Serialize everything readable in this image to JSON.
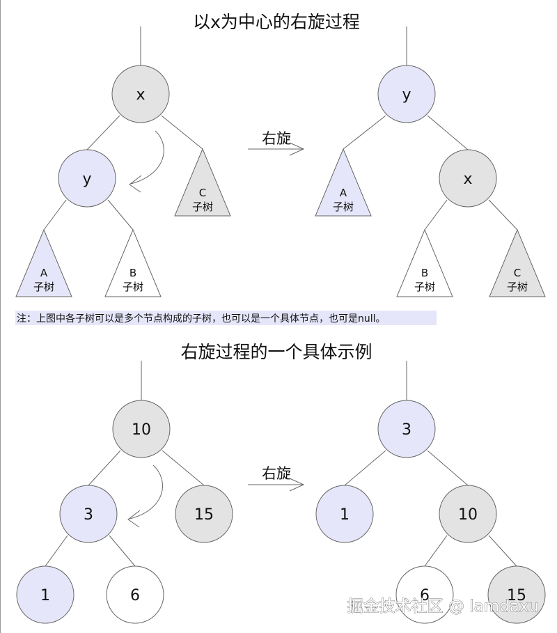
{
  "colors": {
    "purple": "#e6e6fa",
    "gray": "#e3e3e3",
    "white": "#ffffff",
    "stroke": "#666666",
    "note_bg": "#e6e6fa"
  },
  "top": {
    "title": "以x为中心的右旋过程",
    "rotate_label": "右旋",
    "before": {
      "x": "x",
      "y": "y",
      "A": {
        "letter": "A",
        "word": "子树"
      },
      "B": {
        "letter": "B",
        "word": "子树"
      },
      "C": {
        "letter": "C",
        "word": "子树"
      }
    },
    "after": {
      "y": "y",
      "x": "x",
      "A": {
        "letter": "A",
        "word": "子树"
      },
      "B": {
        "letter": "B",
        "word": "子树"
      },
      "C": {
        "letter": "C",
        "word": "子树"
      }
    }
  },
  "note": "注：上图中各子树可以是多个节点构成的子树，也可以是一个具体节点，也可是null。",
  "bottom": {
    "title": "右旋过程的一个具体示例",
    "rotate_label": "右旋",
    "before": {
      "root": "10",
      "left": "3",
      "right": "15",
      "leftleft": "1",
      "leftright": "6"
    },
    "after": {
      "root": "3",
      "left": "1",
      "right": "10",
      "rightleft": "6",
      "rightright": "15"
    }
  },
  "watermark": "掘金技术社区 @ lamdaxu"
}
